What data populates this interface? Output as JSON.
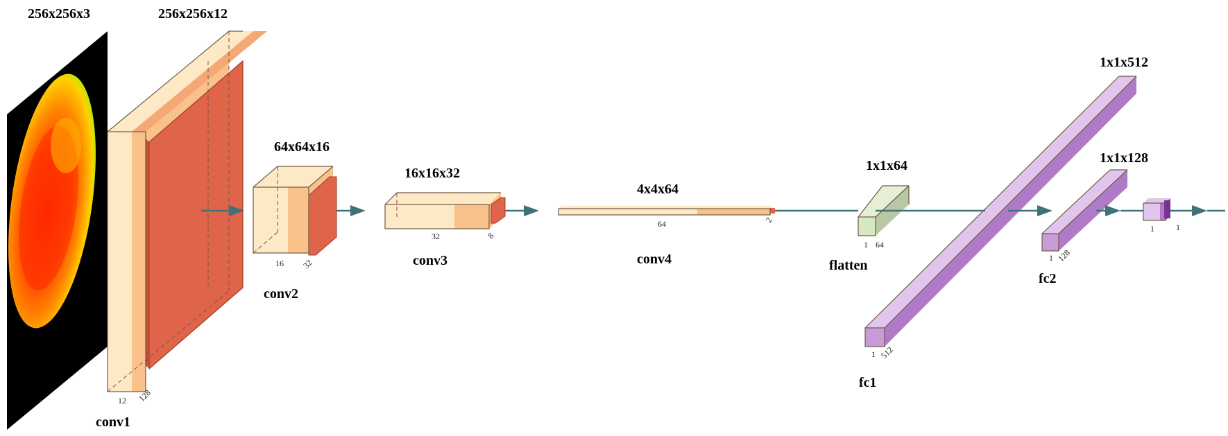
{
  "input": {
    "label": "256x256x3"
  },
  "layers": {
    "conv1": {
      "name": "conv1",
      "shape": "256x256x12",
      "dim_a": "12",
      "dim_b": "128"
    },
    "conv2": {
      "name": "conv2",
      "shape": "64x64x16",
      "dim_a": "16",
      "dim_b": "32"
    },
    "conv3": {
      "name": "conv3",
      "shape": "16x16x32",
      "dim_a": "32",
      "dim_b": "8"
    },
    "conv4": {
      "name": "conv4",
      "shape": "4x4x64",
      "dim_a": "64",
      "dim_b": "2"
    },
    "flatten": {
      "name": "flatten",
      "shape": "1x1x64",
      "dim_a": "1",
      "dim_b": "64"
    },
    "fc1": {
      "name": "fc1",
      "shape": "1x1x512",
      "dim_a": "1",
      "dim_b": "512"
    },
    "fc2": {
      "name": "fc2",
      "shape": "1x1x128",
      "dim_a": "1",
      "dim_b": "128"
    },
    "output": {
      "dim_a": "1",
      "dim_b": "1"
    }
  },
  "colors": {
    "conv_light": "#fde9c6",
    "conv_mid": "#f8c28a",
    "pool_red": "#e0644a",
    "flatten_green": "#d6e8c2",
    "fc_purple": "#c89ad8",
    "arrow": "#3f7274"
  }
}
